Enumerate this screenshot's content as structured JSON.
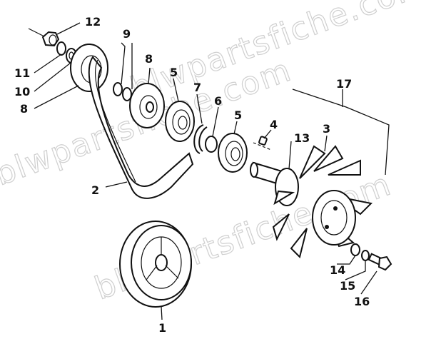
{
  "watermark": "blwpartsfiche.com",
  "labels": {
    "p1": "1",
    "p2": "2",
    "p3": "3",
    "p4": "4",
    "p5a": "5",
    "p5b": "5",
    "p6": "6",
    "p7": "7",
    "p8a": "8",
    "p8b": "8",
    "p9": "9",
    "p10": "10",
    "p11": "11",
    "p12": "12",
    "p13": "13",
    "p14": "14",
    "p15": "15",
    "p16": "16",
    "p17": "17"
  }
}
